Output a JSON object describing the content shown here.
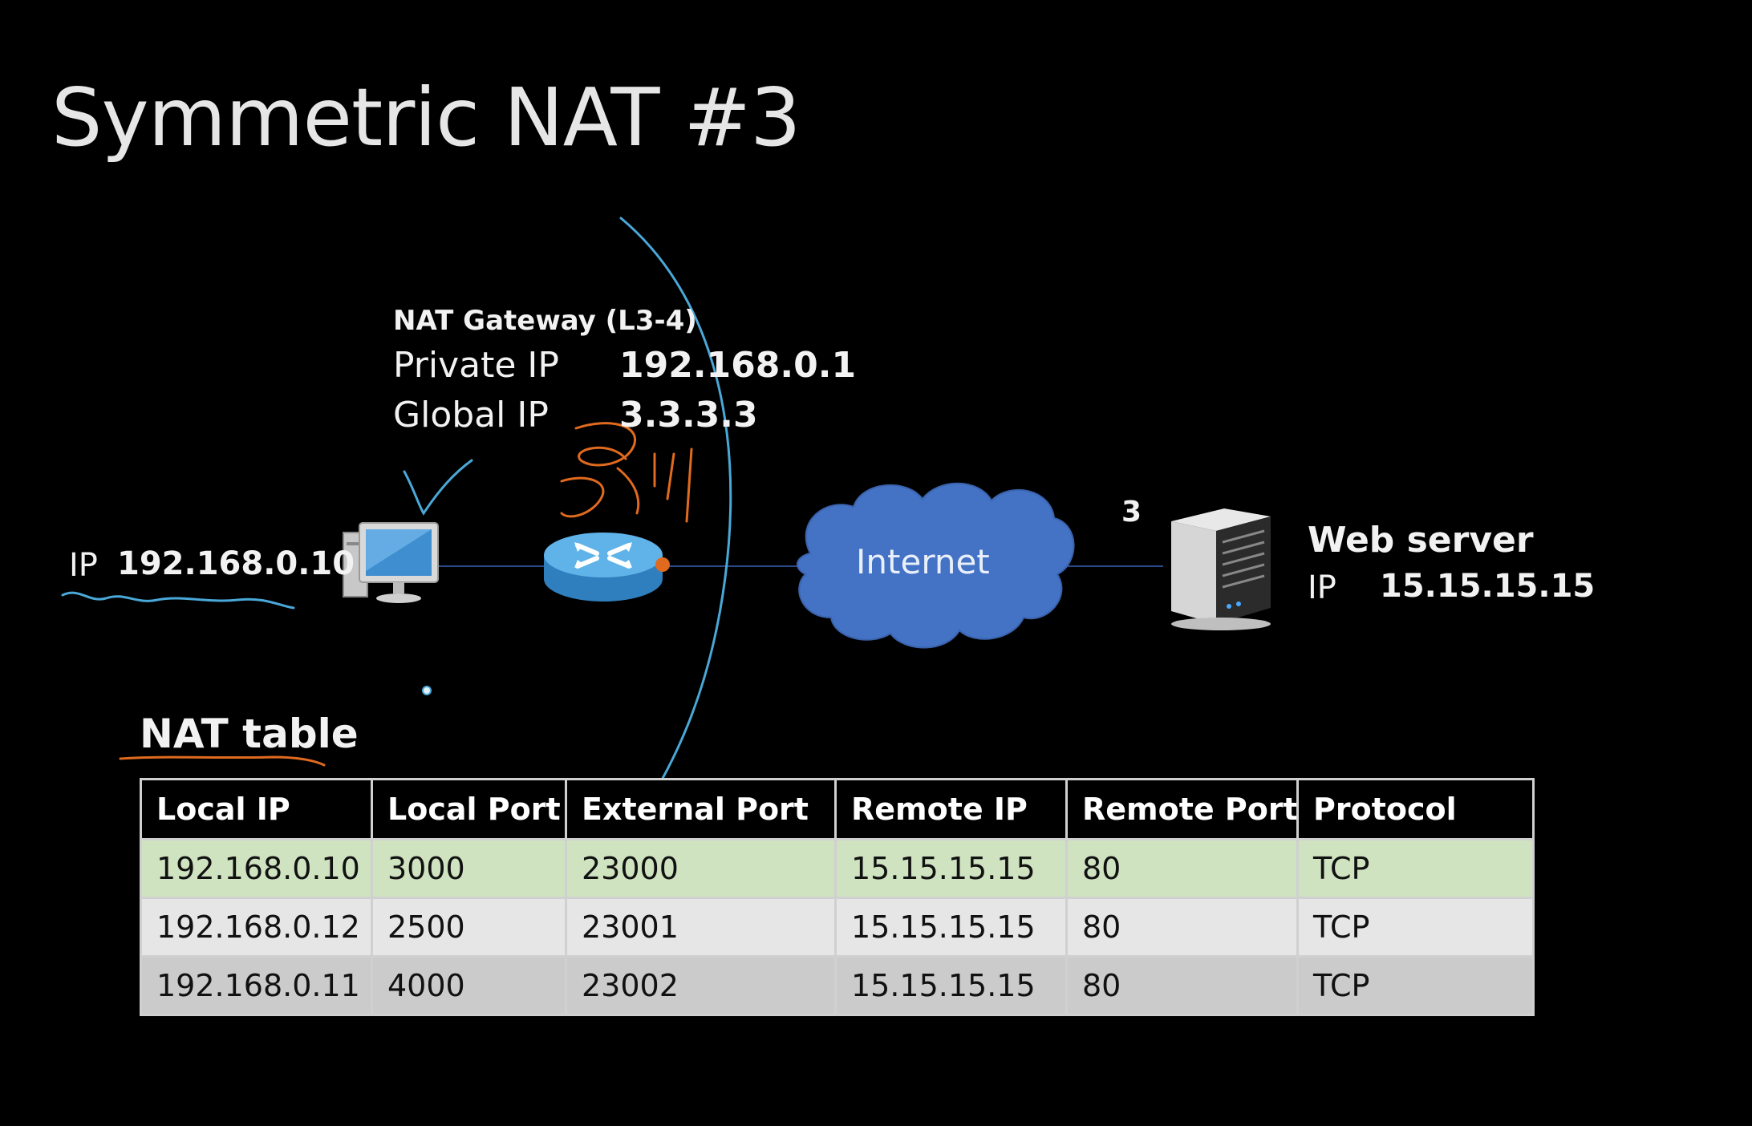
{
  "slide": {
    "title": "Symmetric NAT #3"
  },
  "gateway": {
    "heading": "NAT Gateway (L3-4)",
    "private_ip_label": "Private IP",
    "private_ip_value": "192.168.0.1",
    "global_ip_label": "Global IP",
    "global_ip_value": "3.3.3.3"
  },
  "client": {
    "ip_label": "IP",
    "ip_value": "192.168.0.10"
  },
  "internet": {
    "label": "Internet"
  },
  "annotation": {
    "count": "3"
  },
  "server": {
    "name": "Web server",
    "ip_label": "IP",
    "ip_value": "15.15.15.15"
  },
  "nat_table": {
    "title": "NAT table",
    "headers": [
      "Local IP",
      "Local Port",
      "External Port",
      "Remote IP",
      "Remote Port",
      "Protocol"
    ],
    "rows": [
      [
        "192.168.0.10",
        "3000",
        "23000",
        "15.15.15.15",
        "80",
        "TCP"
      ],
      [
        "192.168.0.12",
        "2500",
        "23001",
        "15.15.15.15",
        "80",
        "TCP"
      ],
      [
        "192.168.0.11",
        "4000",
        "23002",
        "15.15.15.15",
        "80",
        "TCP"
      ]
    ]
  },
  "colors": {
    "background": "#000000",
    "cloud": "#4472c4",
    "router": "#4aa3df",
    "ink_blue": "#4aa8d8",
    "ink_orange": "#e06a1e",
    "row_highlight": "#cfe3c0",
    "row_light": "#e6e6e6",
    "row_gray": "#cbcbcb"
  },
  "icons": {
    "client": "desktop-computer-icon",
    "gateway": "router-icon",
    "internet": "cloud-icon",
    "server": "server-tower-icon"
  }
}
